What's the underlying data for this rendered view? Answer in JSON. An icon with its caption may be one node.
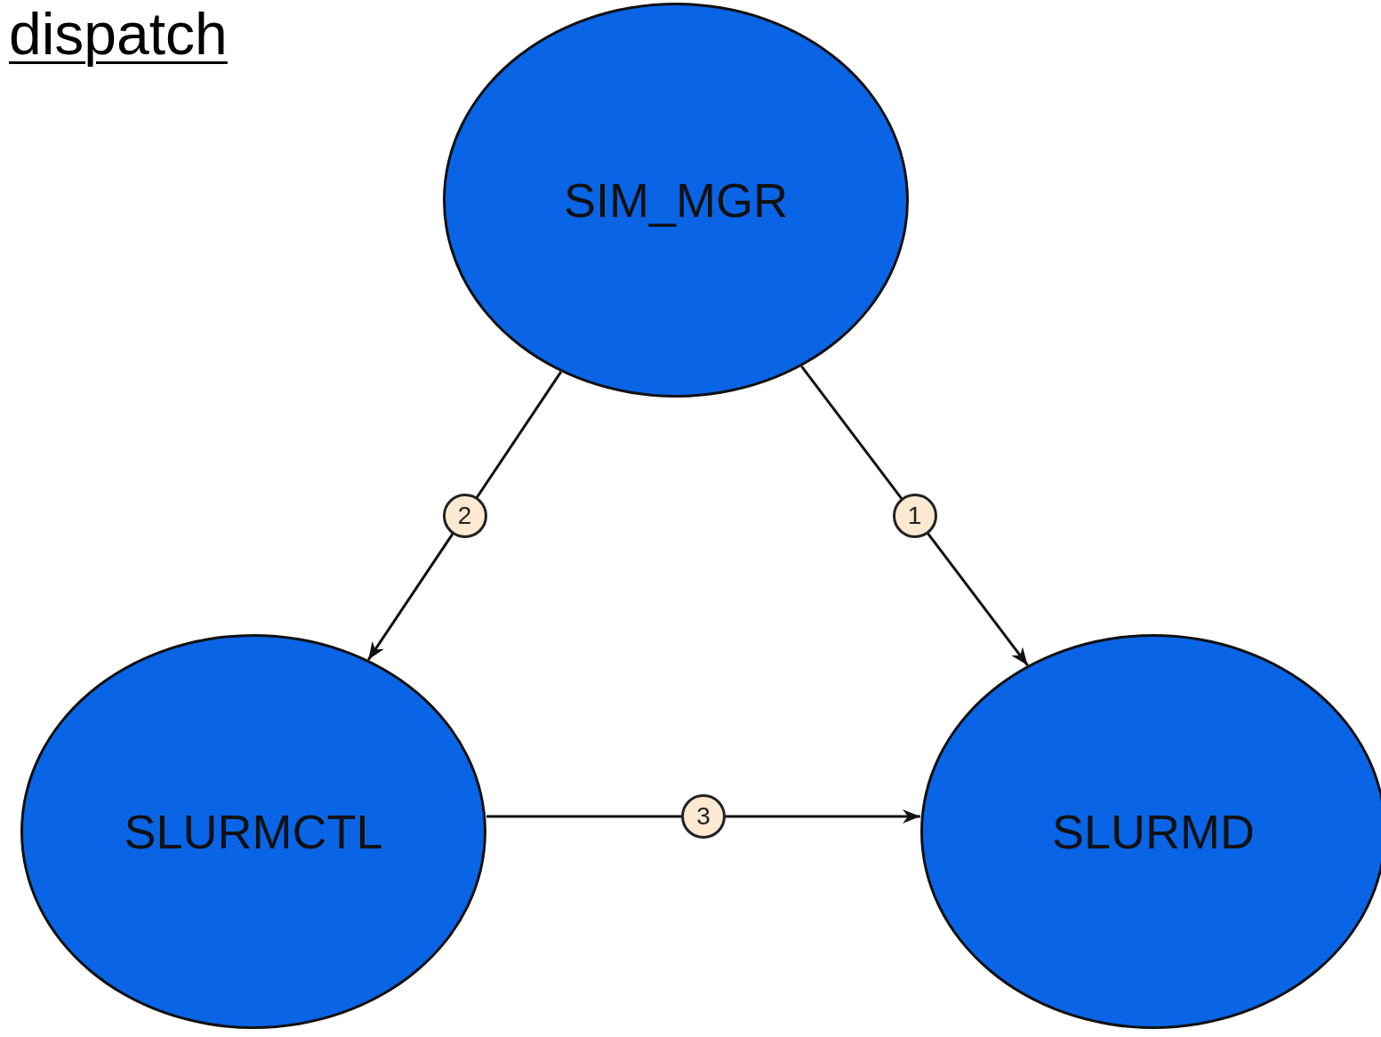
{
  "diagram": {
    "title": "dispatch",
    "nodes": [
      {
        "text": [
          "SIM_MGR"
        ]
      },
      {
        "text": [
          "SLURMCTL"
        ]
      },
      {
        "text": [
          "SLURMD"
        ]
      }
    ],
    "edges": [
      {
        "from": 0,
        "to": 2,
        "arrow": "to",
        "label": "1"
      },
      {
        "from": 0,
        "to": 1,
        "arrow": "to",
        "label": "2"
      },
      {
        "from": 1,
        "to": 2,
        "arrow": "to",
        "label": "3"
      }
    ]
  }
}
